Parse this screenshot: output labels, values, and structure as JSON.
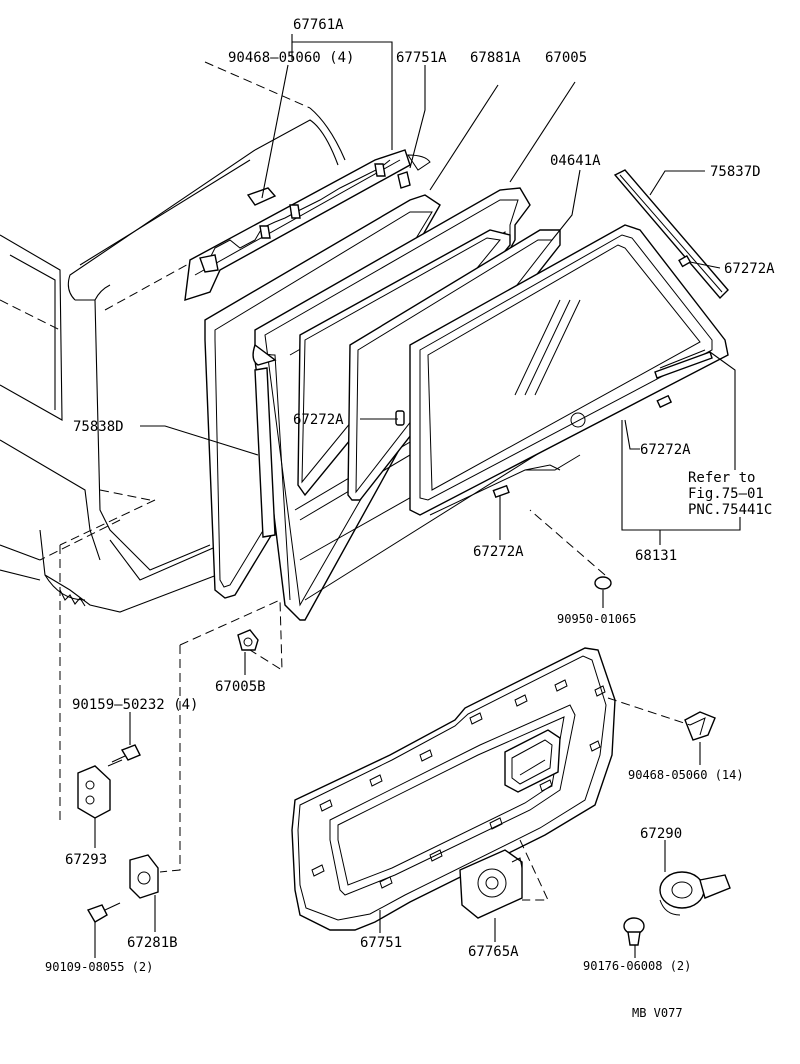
{
  "labels": {
    "p67761A": "67761A",
    "p90468_05060_4": "90468–05060 (4)",
    "p67751A": "67751A",
    "p67881A": "67881A",
    "p67005": "67005",
    "p04641A": "04641A",
    "p75837D": "75837D",
    "p67272A_top": "67272A",
    "p75838D": "75838D",
    "p67272A_mid": "67272A",
    "p67272A_right": "67272A",
    "refer1": "Refer to",
    "refer2": "Fig.75–01",
    "refer3": "PNC.75441C",
    "p67272A_low": "67272A",
    "p68131": "68131",
    "p90950": "90950-01065",
    "p67005B": "67005B",
    "p90159": "90159–50232 (4)",
    "p90468_05060_14": "90468-05060 (14)",
    "p67293": "67293",
    "p67290": "67290",
    "p67281B": "67281B",
    "p67751": "67751",
    "p67765A": "67765A",
    "p90109": "90109-08055 (2)",
    "p90176": "90176-06008 (2)",
    "code": "MB  V077"
  }
}
